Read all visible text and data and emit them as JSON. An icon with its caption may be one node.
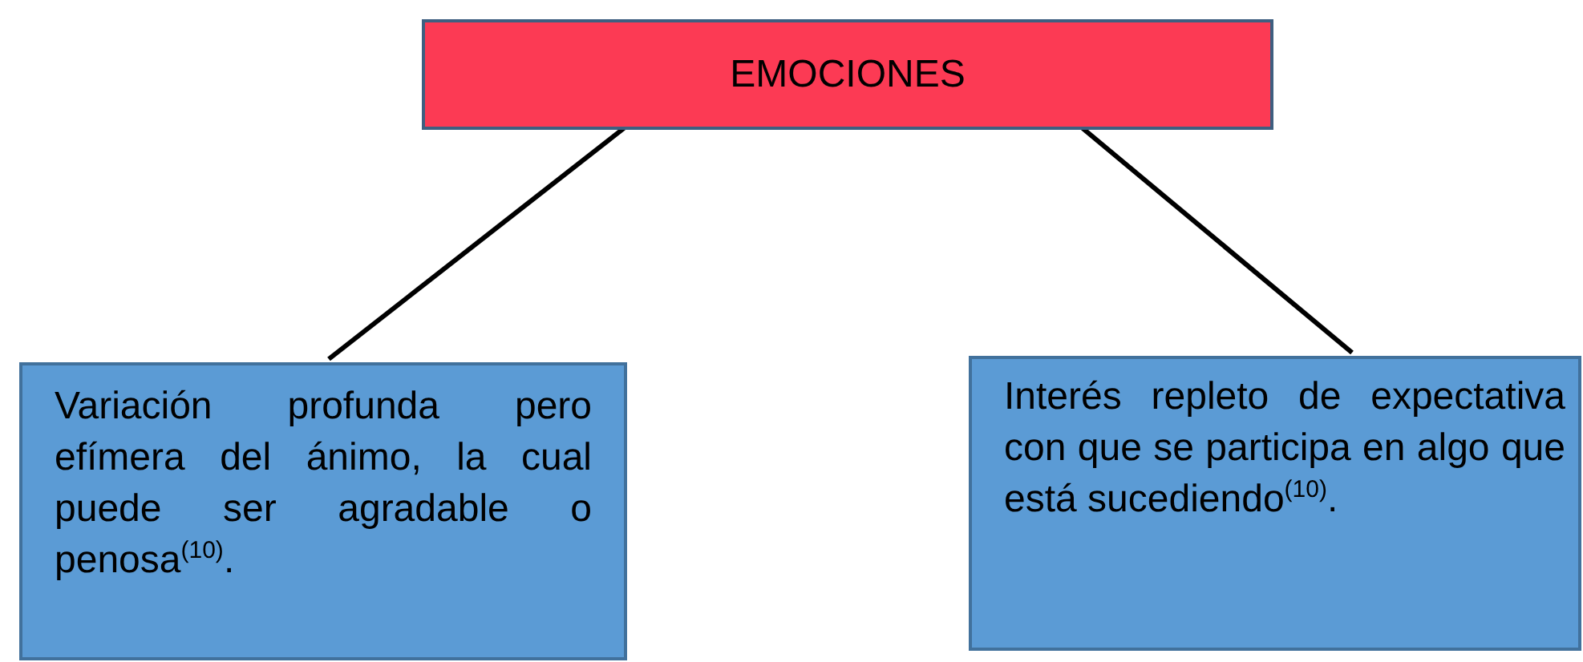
{
  "diagram": {
    "nodes": [
      {
        "text": [
          "EMOCIONES"
        ]
      },
      {
        "text": [
          "Variación profunda pero efímera del ánimo, la cual puede ser agradable o penosa$^{(10)}$."
        ]
      },
      {
        "text": [
          "Interés repleto de expectativa con que se participa en algo que está sucediendo$^{(10)}$."
        ]
      }
    ],
    "edges": [
      {
        "from": 0,
        "to": 1,
        "arrow": "none"
      },
      {
        "from": 0,
        "to": 2,
        "arrow": "none"
      }
    ]
  }
}
